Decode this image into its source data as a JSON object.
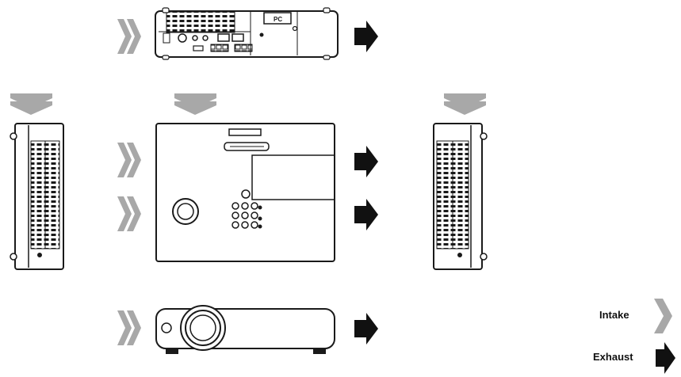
{
  "legend": {
    "intake_label": "Intake",
    "exhaust_label": "Exhaust"
  },
  "colors": {
    "intake": "#a8a8a8",
    "exhaust": "#111111",
    "outline": "#1a1a1a",
    "background": "#ffffff"
  },
  "icons": {
    "intake": "chevron-right-gray",
    "exhaust": "arrow-right-black"
  }
}
